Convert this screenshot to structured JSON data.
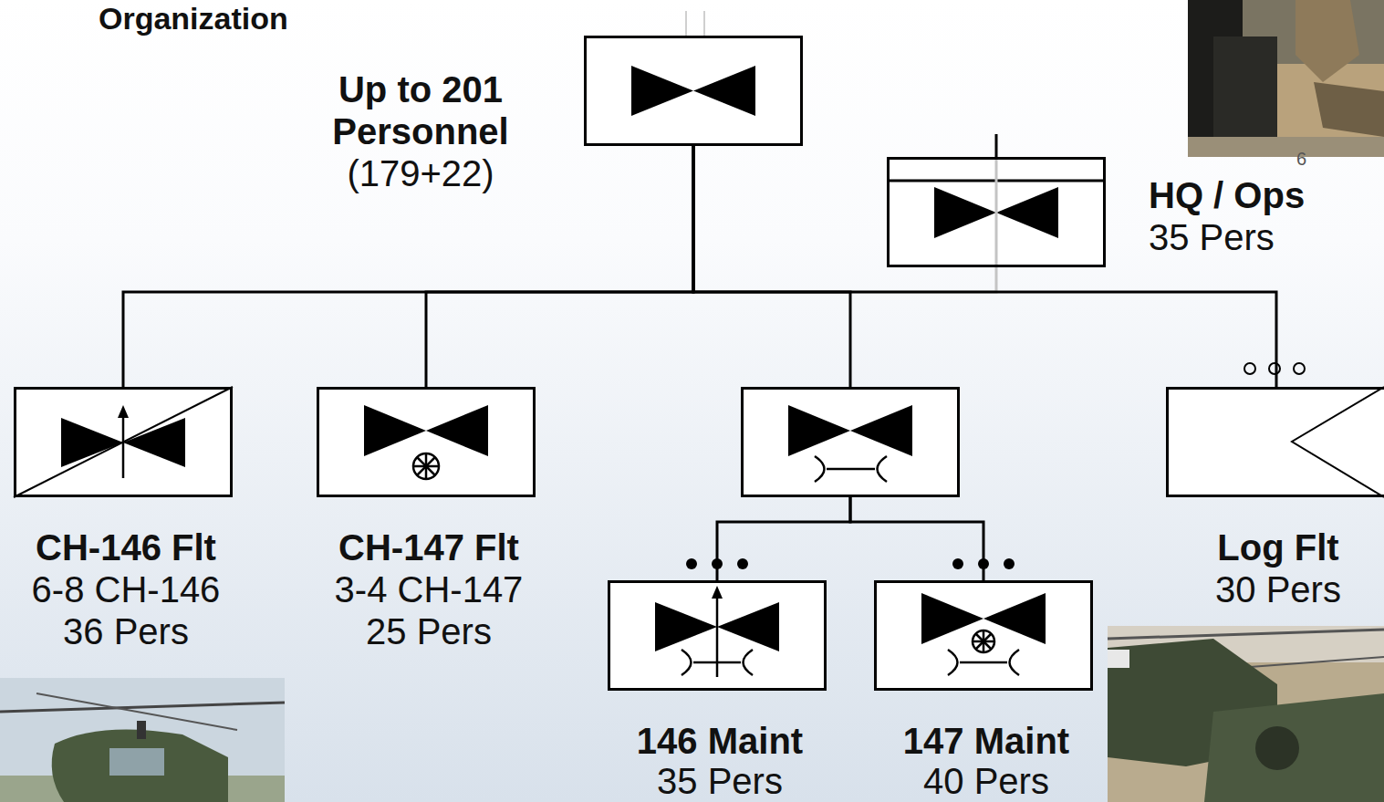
{
  "diagram": {
    "title": "Organization",
    "nodes": [
      {
        "text": [
          "Up to 201 Personnel",
          "(179+22)"
        ]
      },
      {
        "text": [
          "HQ / Ops",
          "35 Pers"
        ]
      },
      {
        "text": [
          "CH-146 Flt",
          "6-8 CH-146",
          "36 Pers"
        ]
      },
      {
        "text": [
          "CH-147 Flt",
          "3-4 CH-147",
          "25 Pers"
        ]
      },
      {
        "text": []
      },
      {
        "text": [
          "Log Flt",
          "30 Pers"
        ]
      },
      {
        "text": [
          "146 Maint",
          "35 Pers"
        ]
      },
      {
        "text": [
          "147 Maint",
          "40 Pers"
        ]
      }
    ],
    "edges": [
      {
        "from": 0,
        "to": 1,
        "arrow": "none"
      },
      {
        "from": 0,
        "to": 2,
        "arrow": "none"
      },
      {
        "from": 0,
        "to": 3,
        "arrow": "none"
      },
      {
        "from": 0,
        "to": 4,
        "arrow": "none"
      },
      {
        "from": 0,
        "to": 5,
        "arrow": "none"
      },
      {
        "from": 4,
        "to": 6,
        "arrow": "none"
      },
      {
        "from": 4,
        "to": 7,
        "arrow": "none"
      }
    ],
    "labels": [
      "6"
    ]
  }
}
